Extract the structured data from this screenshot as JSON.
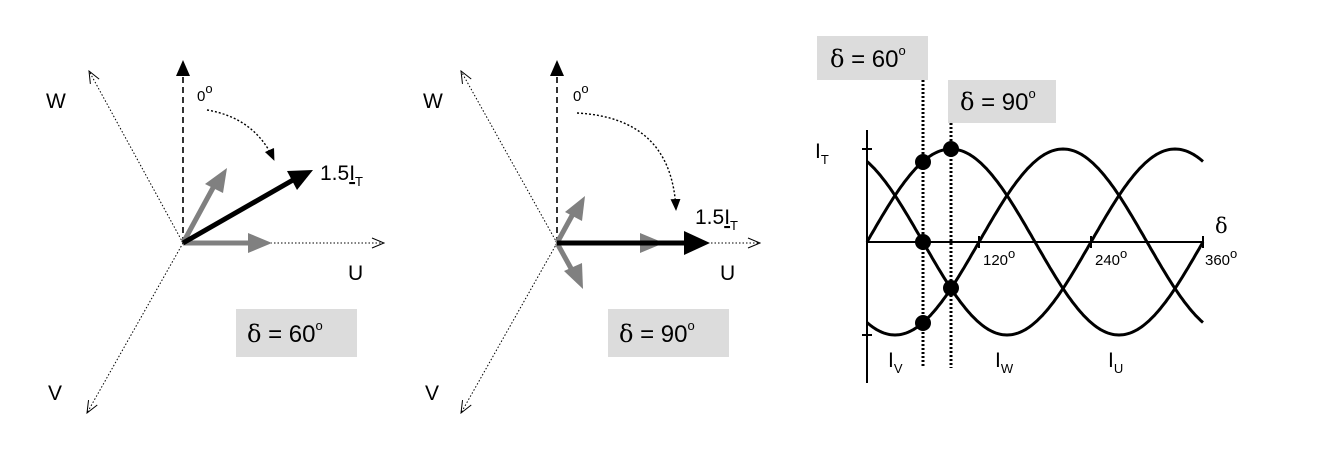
{
  "diagram_60": {
    "zero_label": "0",
    "w_label": "W",
    "v_label": "V",
    "u_label": "U",
    "result_label_prefix": "1.5",
    "result_label_I": "I",
    "result_label_sub": "T",
    "box_delta": "δ",
    "box_value": " = 60",
    "deg": "o"
  },
  "diagram_90": {
    "zero_label": "0",
    "w_label": "W",
    "v_label": "V",
    "u_label": "U",
    "result_label_prefix": "1.5",
    "result_label_I": "I",
    "result_label_sub": "T",
    "box_delta": "δ",
    "box_value": " = 90",
    "deg": "o"
  },
  "waveform": {
    "marker_60": {
      "delta": "δ",
      "value": " = 60",
      "deg": "o"
    },
    "marker_90": {
      "delta": "δ",
      "value": " = 90",
      "deg": "o"
    },
    "y_label_I": "I",
    "y_label_sub": "T",
    "x_symbol": "δ",
    "ticks": [
      {
        "value": "120",
        "deg": "o"
      },
      {
        "value": "240",
        "deg": "o"
      },
      {
        "value": "360",
        "deg": "o"
      }
    ],
    "curves": [
      {
        "name": "I",
        "sub": "V"
      },
      {
        "name": "I",
        "sub": "W"
      },
      {
        "name": "I",
        "sub": "U"
      }
    ]
  }
}
